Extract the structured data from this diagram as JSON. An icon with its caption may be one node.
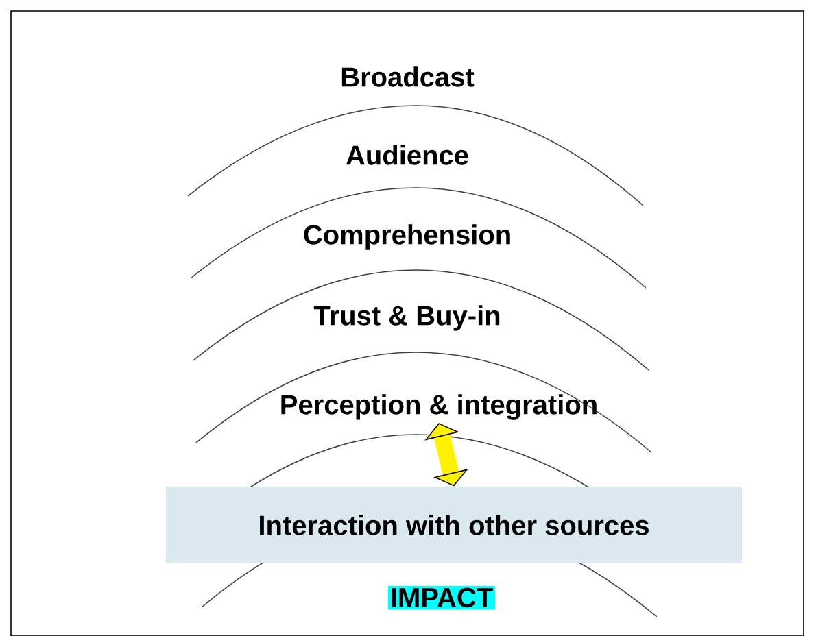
{
  "diagram": {
    "nodes": [
      {
        "text": [
          "Perception & integration"
        ]
      },
      {
        "text": [
          "Interaction with other sources"
        ]
      },
      {
        "text": [
          "IMPACT"
        ]
      }
    ],
    "edges": [
      {
        "from": 0,
        "to": 1,
        "arrow": "both"
      }
    ],
    "labels": [
      "Broadcast",
      "Audience",
      "Comprehension",
      "Trust & Buy-in"
    ]
  }
}
